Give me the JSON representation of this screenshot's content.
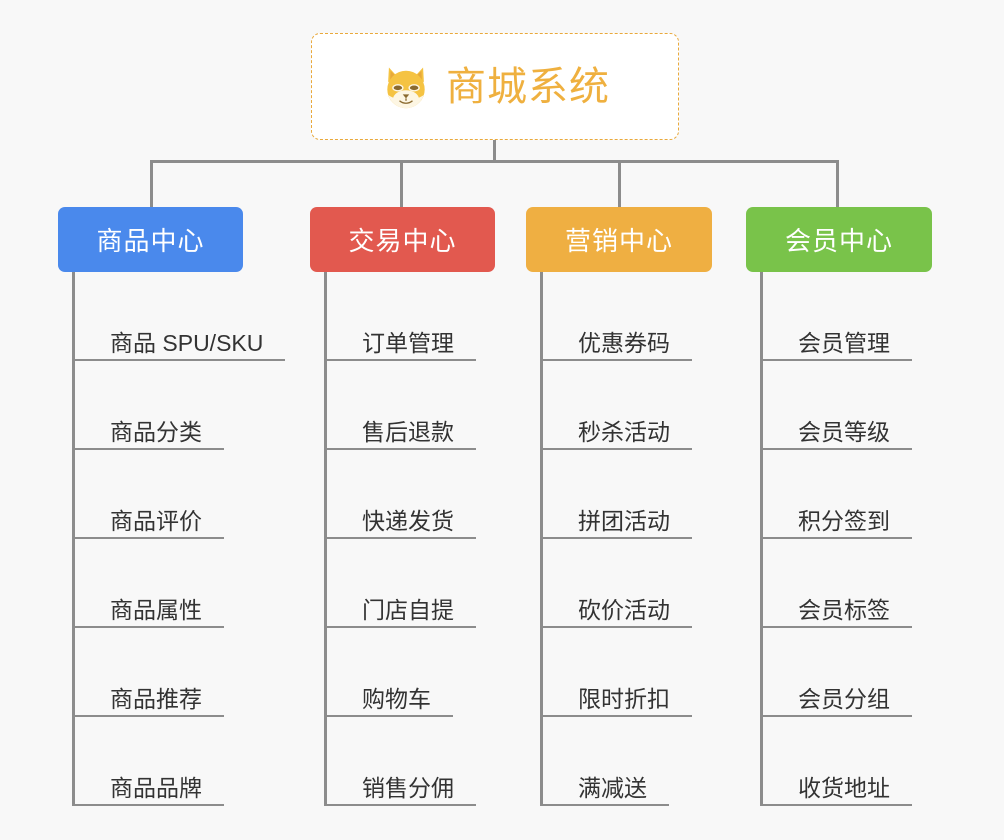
{
  "page": {
    "background_color": "#f8f8f8",
    "diagram_type": "mindmap-tree"
  },
  "root": {
    "title": "商城系统",
    "icon": "shiba-dog-face-emoji",
    "text_color": "#efb03f",
    "border_color": "#e9a93c",
    "background_color": "#ffffff"
  },
  "connector": {
    "color": "#8c8c8c"
  },
  "categories": [
    {
      "label": "商品中心",
      "color": "#4a89ec",
      "text_color": "#ffffff",
      "items": [
        "商品 SPU/SKU",
        "商品分类",
        "商品评价",
        "商品属性",
        "商品推荐",
        "商品品牌"
      ]
    },
    {
      "label": "交易中心",
      "color": "#e2594f",
      "text_color": "#ffffff",
      "items": [
        "订单管理",
        "售后退款",
        "快递发货",
        "门店自提",
        "购物车",
        "销售分佣"
      ]
    },
    {
      "label": "营销中心",
      "color": "#efaf42",
      "text_color": "#ffffff",
      "items": [
        "优惠券码",
        "秒杀活动",
        "拼团活动",
        "砍价活动",
        "限时折扣",
        "满减送"
      ]
    },
    {
      "label": "会员中心",
      "color": "#79c34a",
      "text_color": "#ffffff",
      "items": [
        "会员管理",
        "会员等级",
        "积分签到",
        "会员标签",
        "会员分组",
        "收货地址"
      ]
    }
  ]
}
